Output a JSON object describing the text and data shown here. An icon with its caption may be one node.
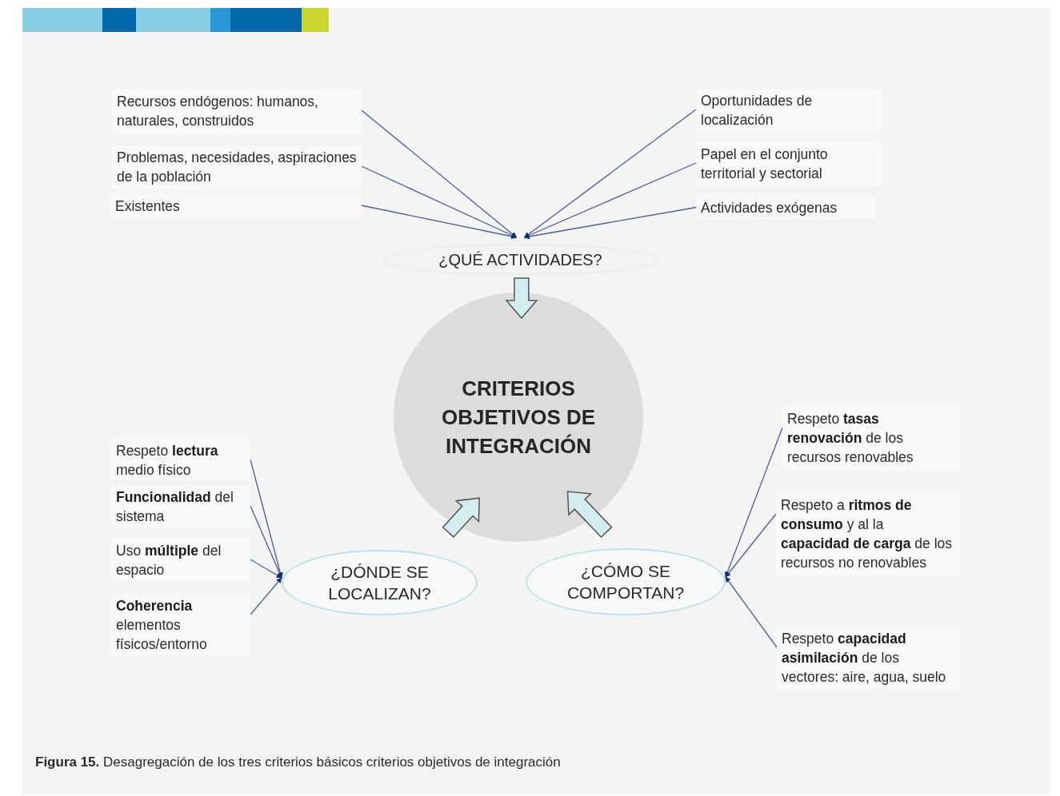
{
  "diagram": {
    "caption": "**Figura 15.** Desagregación de los tres criterios básicos criterios objetivos de integración",
    "nodes": [
      {
        "text": [
          "Recursos endógenos: humanos, naturales, construidos"
        ]
      },
      {
        "text": [
          "Problemas, necesidades, aspiraciones de la población"
        ]
      },
      {
        "text": [
          "Existentes"
        ]
      },
      {
        "text": [
          "Oportunidades de localización"
        ]
      },
      {
        "text": [
          "Papel en el conjunto territorial y sectorial"
        ]
      },
      {
        "text": [
          "Actividades exógenas"
        ]
      },
      {
        "text": [
          "¿QUÉ ACTIVIDADES?"
        ]
      },
      {
        "text": [
          "CRITERIOS OBJETIVOS DE INTEGRACIÓN"
        ]
      },
      {
        "text": [
          "Respeto **lectura** medio físico"
        ]
      },
      {
        "text": [
          "**Funcionalidad** del sistema"
        ]
      },
      {
        "text": [
          "Uso **múltiple** del espacio"
        ]
      },
      {
        "text": [
          "**Coherencia** elementos físicos/entorno"
        ]
      },
      {
        "text": [
          "¿DÓNDE SE LOCALIZAN?"
        ]
      },
      {
        "text": [
          "¿CÓMO SE COMPORTAN?"
        ]
      },
      {
        "text": [
          "Respeto **tasas renovación** de los recursos renovables"
        ]
      },
      {
        "text": [
          "Respeto a **ritmos de consumo** y al la **capacidad de carga** de los recursos no renovables"
        ]
      },
      {
        "text": [
          "Respeto **capacidad asimilación** de los vectores: aire, agua, suelo"
        ]
      }
    ],
    "edges": [
      {
        "from": 0,
        "to": 6,
        "arrow": "to"
      },
      {
        "from": 1,
        "to": 6,
        "arrow": "to"
      },
      {
        "from": 2,
        "to": 6,
        "arrow": "to"
      },
      {
        "from": 3,
        "to": 6,
        "arrow": "to"
      },
      {
        "from": 4,
        "to": 6,
        "arrow": "to"
      },
      {
        "from": 5,
        "to": 6,
        "arrow": "to"
      },
      {
        "from": 6,
        "to": 7,
        "arrow": "to",
        "style": "thick",
        "color": "#d3ecf0"
      },
      {
        "from": 8,
        "to": 12,
        "arrow": "to"
      },
      {
        "from": 9,
        "to": 12,
        "arrow": "to"
      },
      {
        "from": 10,
        "to": 12,
        "arrow": "to"
      },
      {
        "from": 11,
        "to": 12,
        "arrow": "to"
      },
      {
        "from": 12,
        "to": 7,
        "arrow": "to",
        "style": "thick",
        "color": "#d3ecf0"
      },
      {
        "from": 13,
        "to": 7,
        "arrow": "to",
        "style": "thick",
        "color": "#d3ecf0"
      },
      {
        "from": 14,
        "to": 13,
        "arrow": "to"
      },
      {
        "from": 15,
        "to": 13,
        "arrow": "to"
      },
      {
        "from": 16,
        "to": 13,
        "arrow": "to"
      }
    ]
  }
}
